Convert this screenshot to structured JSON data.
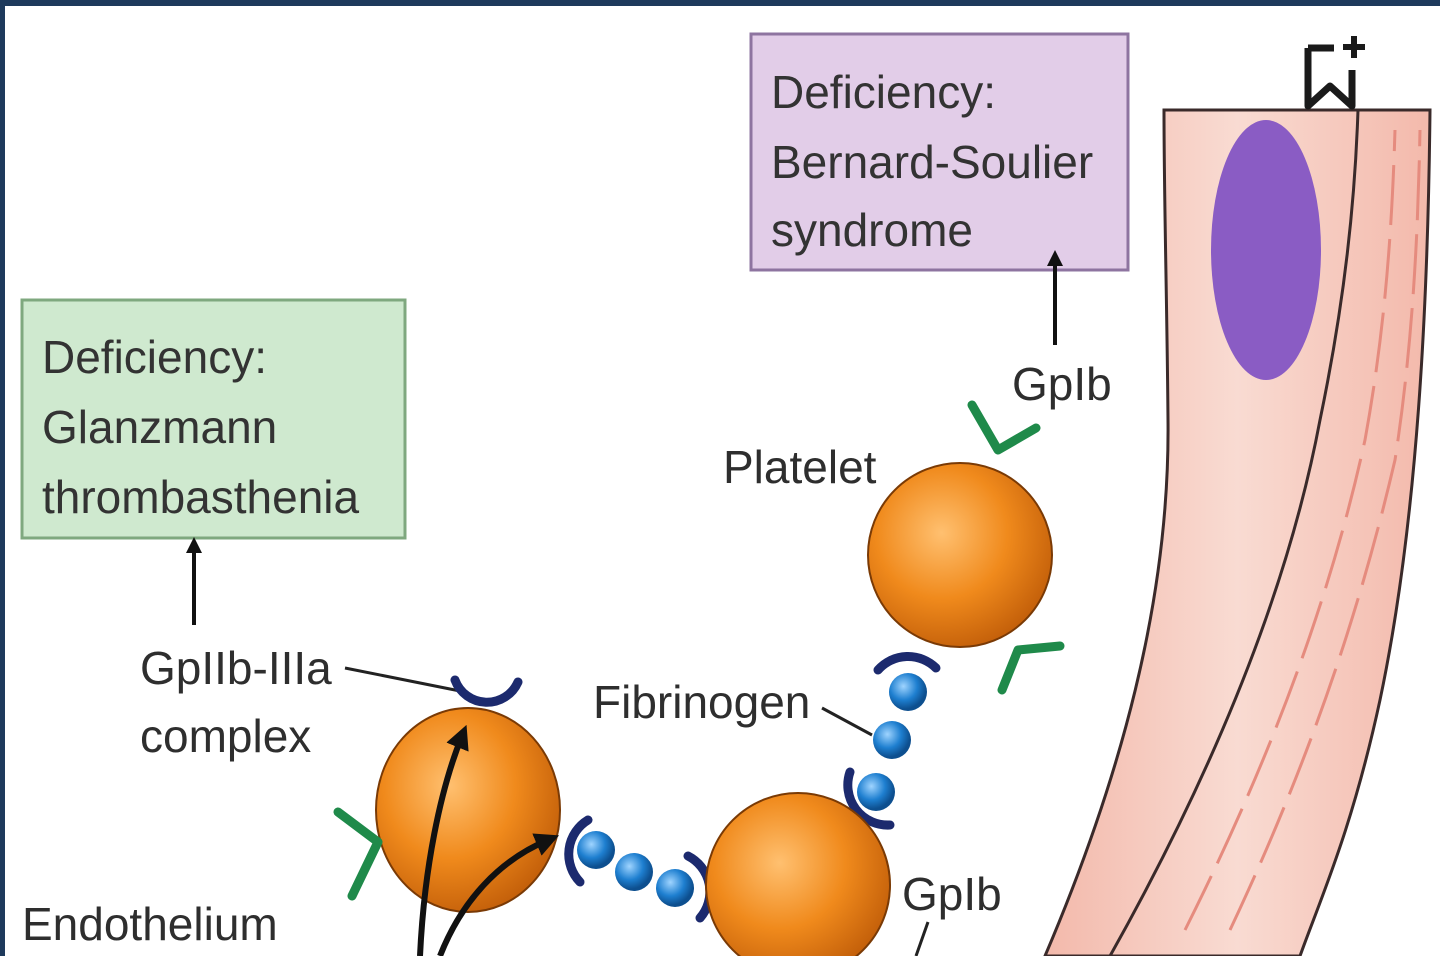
{
  "boxes": {
    "glanzmann": {
      "lines": [
        "Deficiency:",
        "Glanzmann",
        "thrombasthenia"
      ],
      "fill": "#cfe9cf",
      "stroke": "#7fa87f"
    },
    "bernard_soulier": {
      "lines": [
        "Deficiency:",
        "Bernard-Soulier",
        "syndrome"
      ],
      "fill": "#e2cde8",
      "stroke": "#8e74a0"
    }
  },
  "labels": {
    "gpib_top": "GpIb",
    "platelet": "Platelet",
    "gpiib_iiia_line1": "GpIIb-IIIa",
    "gpiib_iiia_line2": "complex",
    "fibrinogen": "Fibrinogen",
    "gpib_bottom": "GpIb",
    "endothelium": "Endothelium"
  },
  "colors": {
    "platelet": "#f08a1c",
    "platelet_dark": "#c4600a",
    "fibrinogen": "#1e7fd0",
    "receptor_gpib": "#1f8a4a",
    "receptor_gpiib": "#1c2a6e",
    "vessel_wall": "#f6cbbf",
    "vessel_stroke": "#3a2a2a",
    "nucleus": "#8a5cc4"
  },
  "icons": {
    "bookmark": "bookmark-add-icon"
  }
}
